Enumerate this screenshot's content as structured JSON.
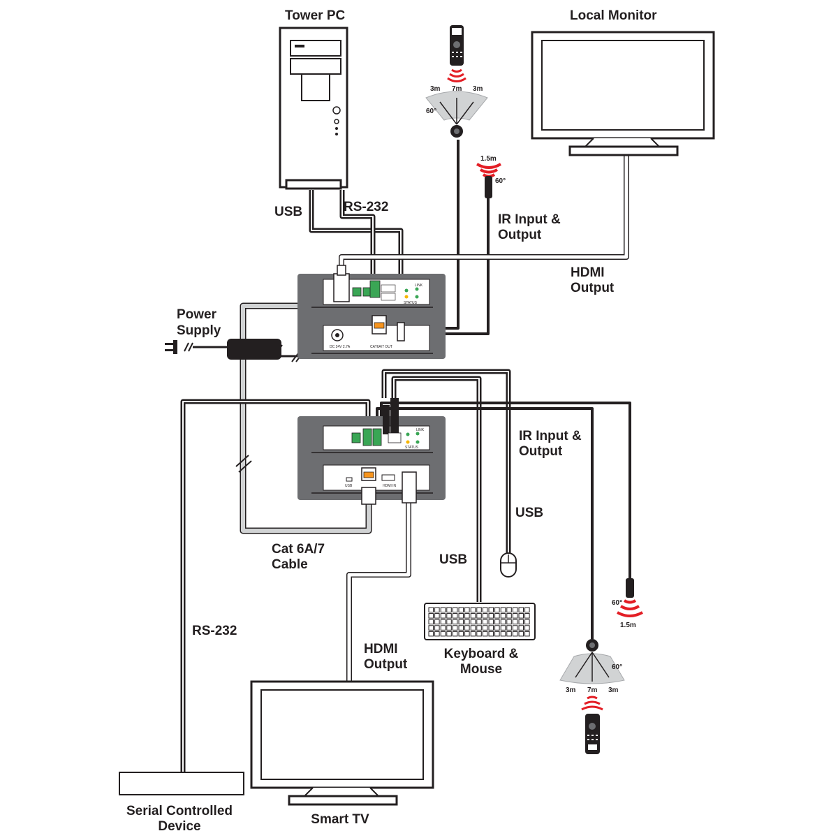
{
  "labels": {
    "tower_pc": "Tower PC",
    "local_monitor": "Local Monitor",
    "usb_top": "USB",
    "rs232_top": "RS-232",
    "ir_top_line1": "IR Input &",
    "ir_top_line2": "Output",
    "hdmi_top_line1": "HDMI",
    "hdmi_top_line2": "Output",
    "power_line1": "Power",
    "power_line2": "Supply",
    "ir_bottom_line1": "IR Input &",
    "ir_bottom_line2": "Output",
    "usb_mouse": "USB",
    "cat_line1": "Cat 6A/7",
    "cat_line2": "Cable",
    "usb_keyboard": "USB",
    "rs232_bottom": "RS-232",
    "hdmi_bottom_line1": "HDMI",
    "hdmi_bottom_line2": "Output",
    "kb_line1": "Keyboard &",
    "kb_line2": "Mouse",
    "serial_line1": "Serial Controlled",
    "serial_line2": "Device",
    "smart_tv": "Smart TV"
  },
  "ir_sensor_top": {
    "left": "3m",
    "center": "7m",
    "right": "3m",
    "angle": "60°"
  },
  "ir_emitter_top": {
    "range": "1.5m",
    "angle": "60°"
  },
  "ir_sensor_bottom": {
    "left": "3m",
    "center": "7m",
    "right": "3m",
    "angle": "60°"
  },
  "ir_emitter_bottom": {
    "range": "1.5m",
    "angle": "60°"
  },
  "device_text": {
    "tx_dc": "DC 24V 2.7A",
    "tx_cat": "CAT6A/7 OUT",
    "tx_status": "STATUS",
    "tx_link": "LINK",
    "rx_usb": "USB",
    "rx_hdmi": "HDMI IN",
    "rx_status": "STATUS",
    "rx_link": "LINK"
  },
  "colors": {
    "device_panel": "#6d6e71",
    "cable": "#231f20",
    "ir_red": "#e31e25",
    "terminal_green": "#3aa655"
  }
}
